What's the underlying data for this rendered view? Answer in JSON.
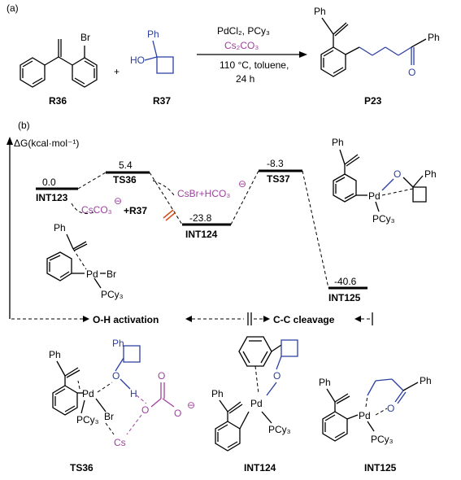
{
  "panel_a": {
    "label": "(a)",
    "reactant1": {
      "br": "Br",
      "id": "R36"
    },
    "plus": "+",
    "reactant2": {
      "ho": "HO",
      "ph": "Ph",
      "id": "R37"
    },
    "conditions": {
      "line1": "PdCl₂, PCy₃",
      "line2": "Cs₂CO₃",
      "line3": "110 °C, toluene,",
      "line4": "24 h"
    },
    "product": {
      "ph1": "Ph",
      "o": "O",
      "ph2": "Ph",
      "id": "P23"
    }
  },
  "panel_b": {
    "label": "(b)",
    "axis_label": "ΔG(kcal·mol⁻¹)",
    "levels": [
      {
        "name": "INT123",
        "value": "0.0"
      },
      {
        "name": "TS36",
        "value": "5.4"
      },
      {
        "name": "INT124",
        "value": "-23.8"
      },
      {
        "name": "TS37",
        "value": "-8.3"
      },
      {
        "name": "INT125",
        "value": "-40.6"
      }
    ],
    "csco3": "CsCO₃",
    "csco3_charge": "⊖",
    "plus_r37": "+R37",
    "csbr": "CsBr+HCO₃",
    "csbr_charge": "⊖",
    "int123_struct": {
      "pd": "Pd",
      "br": "Br",
      "pcy3": "PCy₃",
      "ph": "Ph"
    },
    "int125_inset": {
      "ph": "Ph",
      "o": "O",
      "ph2": "Ph",
      "pd": "Pd",
      "pcy3": "PCy₃"
    },
    "phase1": "O-H activation",
    "phase2": "C-C cleavage"
  },
  "bottom": {
    "ts36": {
      "ph": "Ph",
      "pd": "Pd",
      "br": "Br",
      "pcy3": "PCy₃",
      "o": "O",
      "h": "H",
      "o2": "O",
      "o3": "O",
      "o4": "O",
      "charge": "⊖",
      "cs": "Cs",
      "id": "TS36"
    },
    "int124": {
      "ph": "Ph",
      "pd": "Pd",
      "o": "O",
      "pcy3": "PCy₃",
      "id": "INT124"
    },
    "int125": {
      "ph": "Ph",
      "ph2": "Ph",
      "o": "O",
      "pd": "Pd",
      "pcy3": "PCy₃",
      "id": "INT125"
    }
  }
}
